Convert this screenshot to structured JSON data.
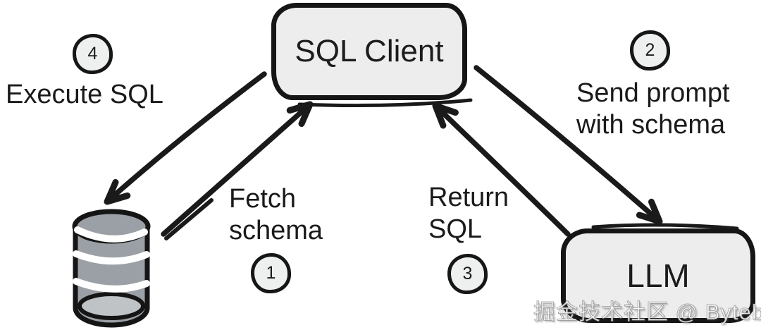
{
  "colors": {
    "ink": "#1a1a1a",
    "node_fill": "#ededee",
    "db_body": "#9aa0a5",
    "db_bottom": "#bfc3c6",
    "db_stripe": "#ffffff",
    "background": "#ffffff"
  },
  "nodes": {
    "sql_client": "SQL Client",
    "llm": "LLM",
    "database_icon": "database-cylinder"
  },
  "steps": [
    {
      "number": "1",
      "label": "Fetch\nschema"
    },
    {
      "number": "2",
      "label": "Send prompt\nwith schema"
    },
    {
      "number": "3",
      "label": "Return\nSQL"
    },
    {
      "number": "4",
      "label": "Execute SQL"
    }
  ],
  "arrows": [
    {
      "name": "fetch-schema",
      "from": "database",
      "to": "sql-client"
    },
    {
      "name": "send-prompt",
      "from": "sql-client",
      "to": "llm"
    },
    {
      "name": "return-sql",
      "from": "llm",
      "to": "sql-client"
    },
    {
      "name": "execute-sql",
      "from": "sql-client",
      "to": "database"
    }
  ],
  "watermark": "掘金技术社区 @ Bytebase"
}
